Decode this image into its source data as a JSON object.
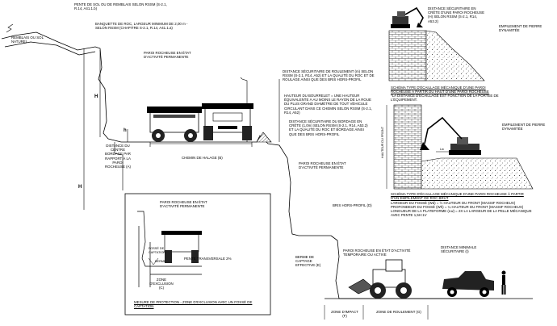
{
  "main_profile": {
    "slope_label": "PENTE DE SOL OU DE REMBLAIS SELON RSSM (S-2.1, R.14, A41.1.b)",
    "fill_label": "REMBLAIS OU SOL NATUREL",
    "bench_label": "BANQUETTE DE ROC, LARGEUR MINIMUM DE 2,00 m - SELON RSSM (CHAPITRE S-2.1, R.14, A41.1.a)",
    "active_wall": "PAROI ROCHEUSE EN ÉTAT D'ACTIVITÉ PERMANENTE",
    "h_upper": "H",
    "h_lower": "H",
    "h_small": "h",
    "rolling_distance": "DISTANCE SÉCURITAIRE DE ROULEMENT (m) SELON RSSM (S-2.1, R14, A52) ET LA QUALITÉ DU ROC ET DE ROULAGE AINSI QUE DES BRIS HORS-PROFIL",
    "berm_height": "HAUTEUR DU BOURRELET = UNE HAUTEUR ÉQUIVALENTE À AU MOINS LE RAYON DE LA ROUE DU PLUS GRAND DIAMÈTRE DE TOUT VÉHICULE CIRCULANT DANS CE CHEMIN SELON RSSM (S-2.1, R14, A52)",
    "crest_distance": "DISTANCE SÉCURITAIRE DU BORDAGE EN CRÊTE (1,0m) SELON RSSM (S-2.1, R14, A53.2) ET LA QUALITÉ DU ROC ET BORDAGE AINSI QUE DES BRIS HORS-PROFIL",
    "center_distance": "DISTANCE DU CENTRE BORDAGE PAR RAPPORT À LA PAROI ROCHEUSE (A)",
    "haul_road": "CHEMIN DE HALAGE (B)",
    "lower_active_wall": "PAROI ROCHEUSE EN ÉTAT D'ACTIVITÉ PERMANENTE",
    "overbreak": "BRIS HORS-PROFIL (D)",
    "temp_wall": "PAROI ROCHEUSE EN ÉTAT D'ACTIVITÉ TEMPORAIRE OU ACTIVE",
    "safe_distance": "DISTANCE MINIMALE SÉCURITAIRE (I)",
    "catch_berm": "BERME DE CAPTAGE EFFECTIVE (E)",
    "impact_zone": "ZONE D'IMPACT (F)",
    "rolling_zone": "ZONE DE ROULEMENT (G)"
  },
  "inset": {
    "wall_label": "PAROI ROCHEUSE EN ÉTAT D'ACTIVITÉ PERMANENTE",
    "ditch_label": "FOSSÉ DE CAPTATION",
    "berm_label": "BERME",
    "slope_label": "PENTE TRANSVERSALE 2%",
    "exclusion_label": "ZONE D'EXCLUSION (C)",
    "caption": "MESURE DE PROTECTION - ZONE D'EXCLUSION AVEC UN FOSSÉ DE CAPTATION"
  },
  "schema_top": {
    "crest_distance": "DISTANCE SÉCURITAIRE EN CRÊTE D'UNE PAROI ROCHEUSE (H) SELON RSSM (S-2.1, R14, A53.2)",
    "dynamited_stone": "EMPILEMENT DE PIERRE DYNAMITÉE",
    "caption_1": "SCHÉMA TYPE D'ÉCAILLAGE MÉCANIQUE D'UNE PAROI",
    "caption_2": "ROCHEUSE À PARTIR DU HAUT D'UNE PAROI ROCHEUSE",
    "caption_3": "*LA DISTANCE D'ÉCAILLAGE EST FONCTION DE LA PORTÉE DE L'ÉQUIPEMENT."
  },
  "schema_bottom": {
    "dynamited_stone": "EMPILEMENT DE PIERRE DYNAMITÉE",
    "front_height": "HAUTEUR DU FRONT",
    "lw_label": "Lw",
    "caption_1": "SCHÉMA TYPE D'ÉCAILLAGE MÉCANIQUE D'UNE PAROI ROCHEUSE À PARTIR",
    "caption_2": "D'UN EMPILEMENT DE ROC BRUT",
    "line_1": "LARGEUR DU FOSSÉ (Wd) = ½ HAUTEUR DU FRONT (MASSIF ROCHEUX)",
    "line_2": "PROFONDEUR DU FOSSÉ (Wh) = ¼ HAUTEUR DU FRONT (MASSIF ROCHEUX)",
    "line_3": "LONGUEUR DE LA PLATEFORME (Lw) = 2X LA LARGEUR DE LA PELLE MÉCANIQUE",
    "line_4": "AVEC PENTE 1,5H:1V"
  }
}
